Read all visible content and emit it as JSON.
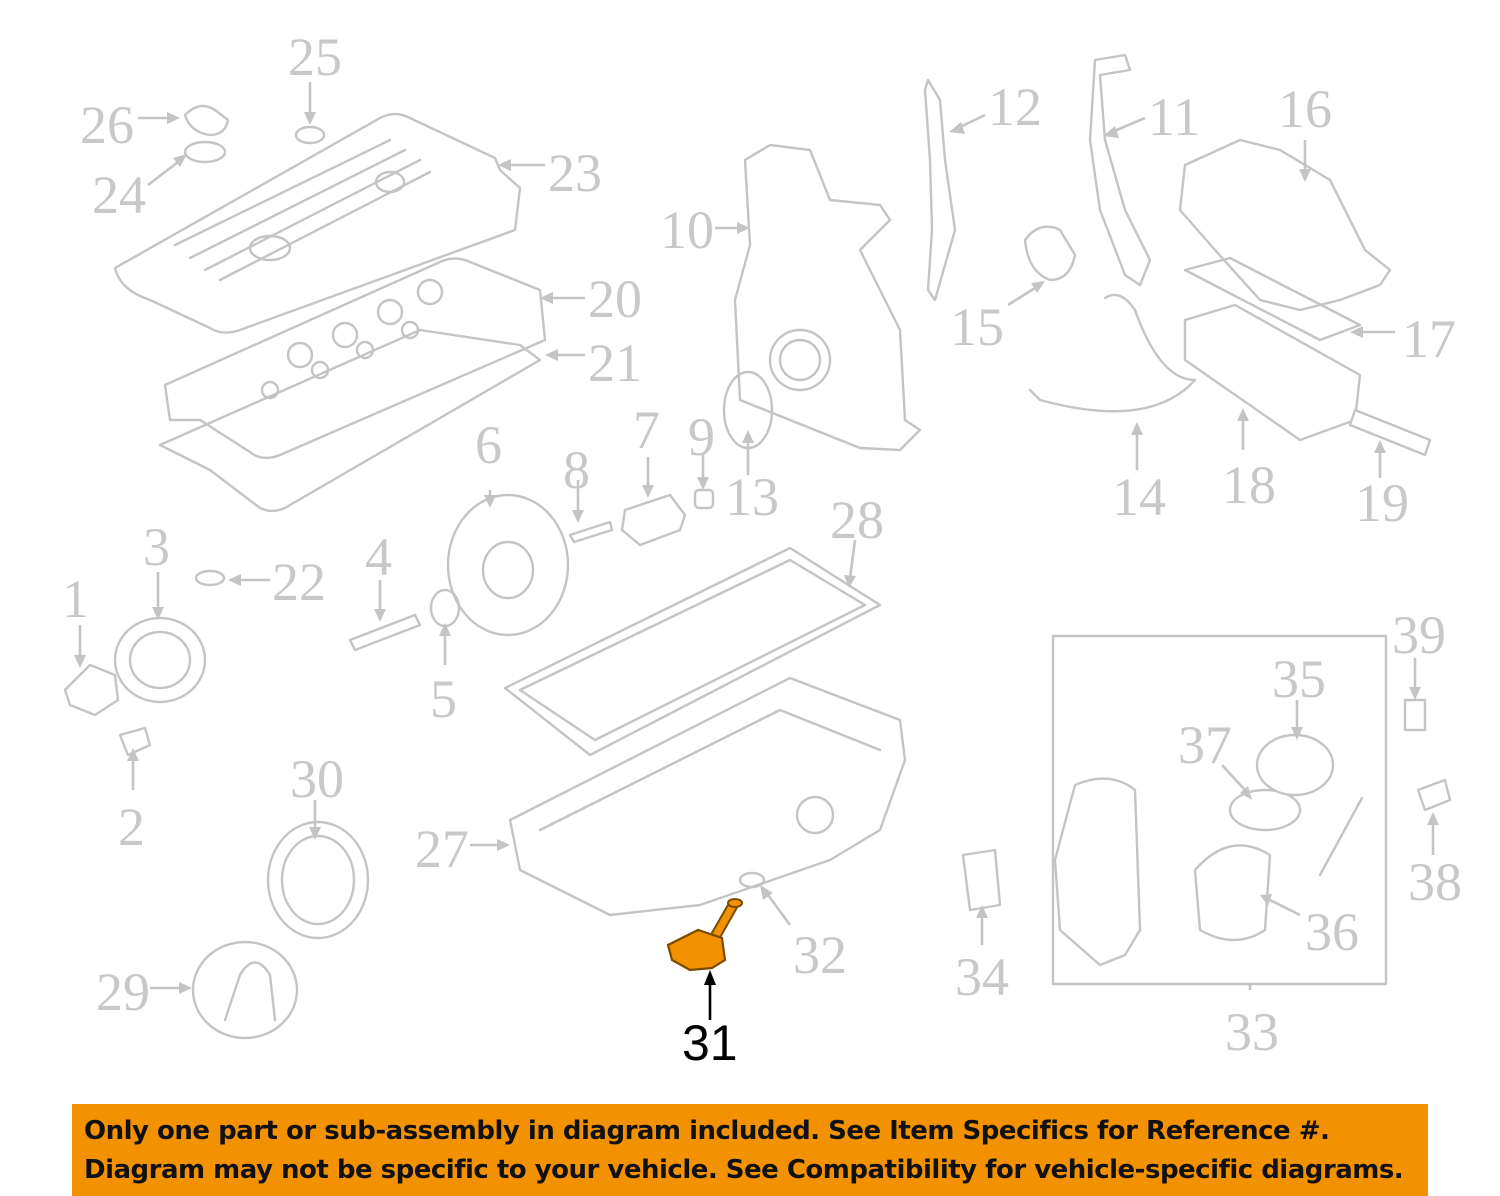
{
  "diagram": {
    "callouts": [
      "1",
      "2",
      "3",
      "4",
      "5",
      "6",
      "7",
      "8",
      "9",
      "10",
      "11",
      "12",
      "13",
      "14",
      "15",
      "16",
      "17",
      "18",
      "19",
      "20",
      "21",
      "22",
      "23",
      "24",
      "25",
      "26",
      "27",
      "28",
      "29",
      "30",
      "31",
      "32",
      "33",
      "34",
      "35",
      "36",
      "37",
      "38",
      "39"
    ],
    "highlighted_callout": "31",
    "colors": {
      "line_art": "#c4c4c4",
      "highlight_part": "#f39200",
      "banner": "#f39200",
      "banner_text": "#111111"
    }
  },
  "banner": {
    "line1": "Only one part or sub-assembly in diagram included. See Item Specifics for Reference #.",
    "line2": "Diagram may not be specific to your vehicle. See Compatibility for vehicle-specific diagrams."
  }
}
